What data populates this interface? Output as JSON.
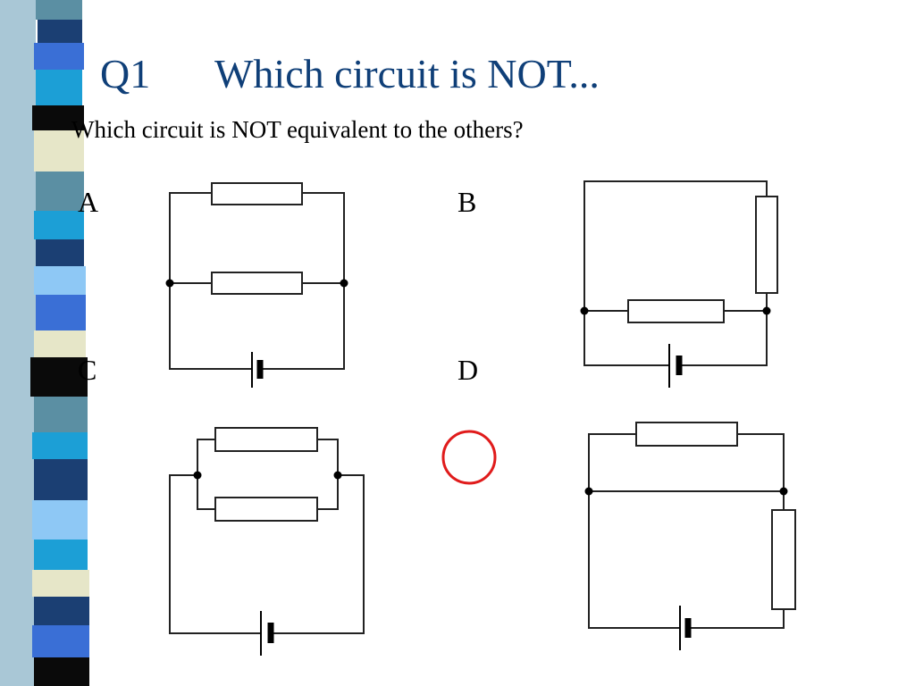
{
  "slide": {
    "number": "Q1",
    "title": "Which circuit is NOT...",
    "question": "Which circuit is NOT equivalent to the others?"
  },
  "options": [
    {
      "id": "a",
      "label": "A"
    },
    {
      "id": "b",
      "label": "B"
    },
    {
      "id": "c",
      "label": "C"
    },
    {
      "id": "d",
      "label": "D"
    }
  ],
  "colors": {
    "title": "#0f3f78",
    "answer_ring": "#e01b1b",
    "strip_palette": [
      "#5b8fa3",
      "#1b3f73",
      "#3a6fd6",
      "#0a0a0a",
      "#e6e6c8",
      "#1c9fd6",
      "#8ec8f5",
      "#3b3b8a"
    ]
  },
  "icons": {
    "answer_marker": "red-circle-icon",
    "decorative_strip": "striped-ribbon"
  }
}
